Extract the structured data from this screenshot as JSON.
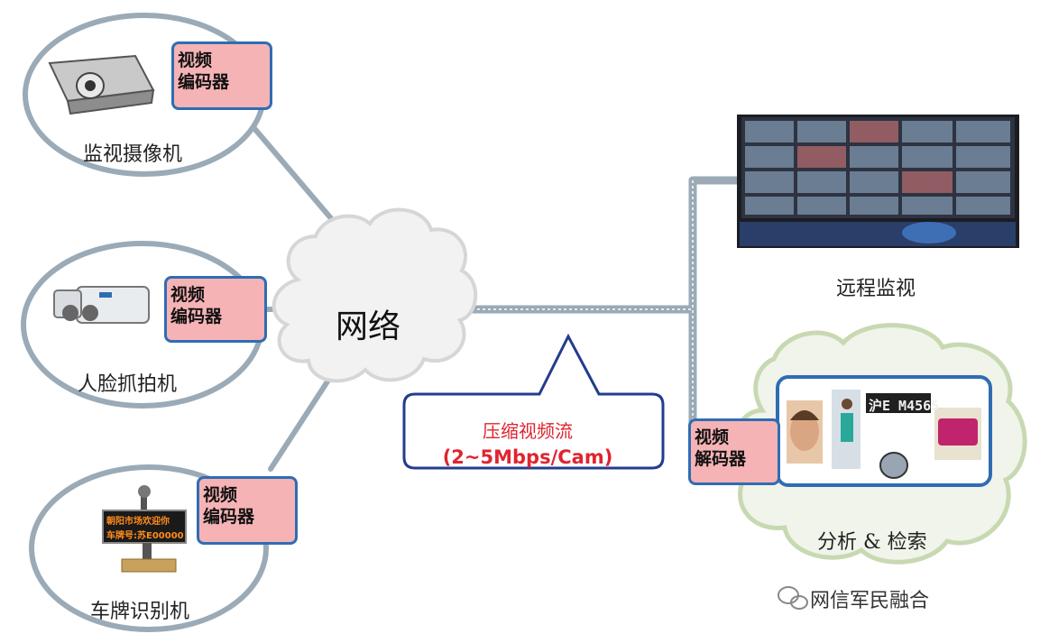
{
  "devices": {
    "camera": {
      "label": "监视摄像机",
      "encoder": [
        "视频",
        "编码器"
      ]
    },
    "face": {
      "label": "人脸抓拍机",
      "encoder": [
        "视频",
        "编码器"
      ]
    },
    "plate": {
      "label": "车牌识别机",
      "encoder": [
        "视频",
        "编码器"
      ],
      "sign_line1": "朝阳市场欢迎你",
      "sign_line2": "车牌号:苏E00000"
    }
  },
  "network": {
    "label": "网络"
  },
  "stream": {
    "title": "压缩视频流",
    "rate": "(2~5Mbps/Cam)"
  },
  "remote": {
    "label": "远程监视"
  },
  "analysis": {
    "label": "分析 & 检索",
    "decoder": [
      "视频",
      "解码器"
    ],
    "plate_text": "沪E M4565"
  },
  "watermark": {
    "text": "网信军民融合"
  },
  "colors": {
    "encoder_fill": "#f6b3b6",
    "border_blue": "#2f6db3",
    "line_gray": "#9aaab6",
    "stream_red": "#e0242f"
  }
}
